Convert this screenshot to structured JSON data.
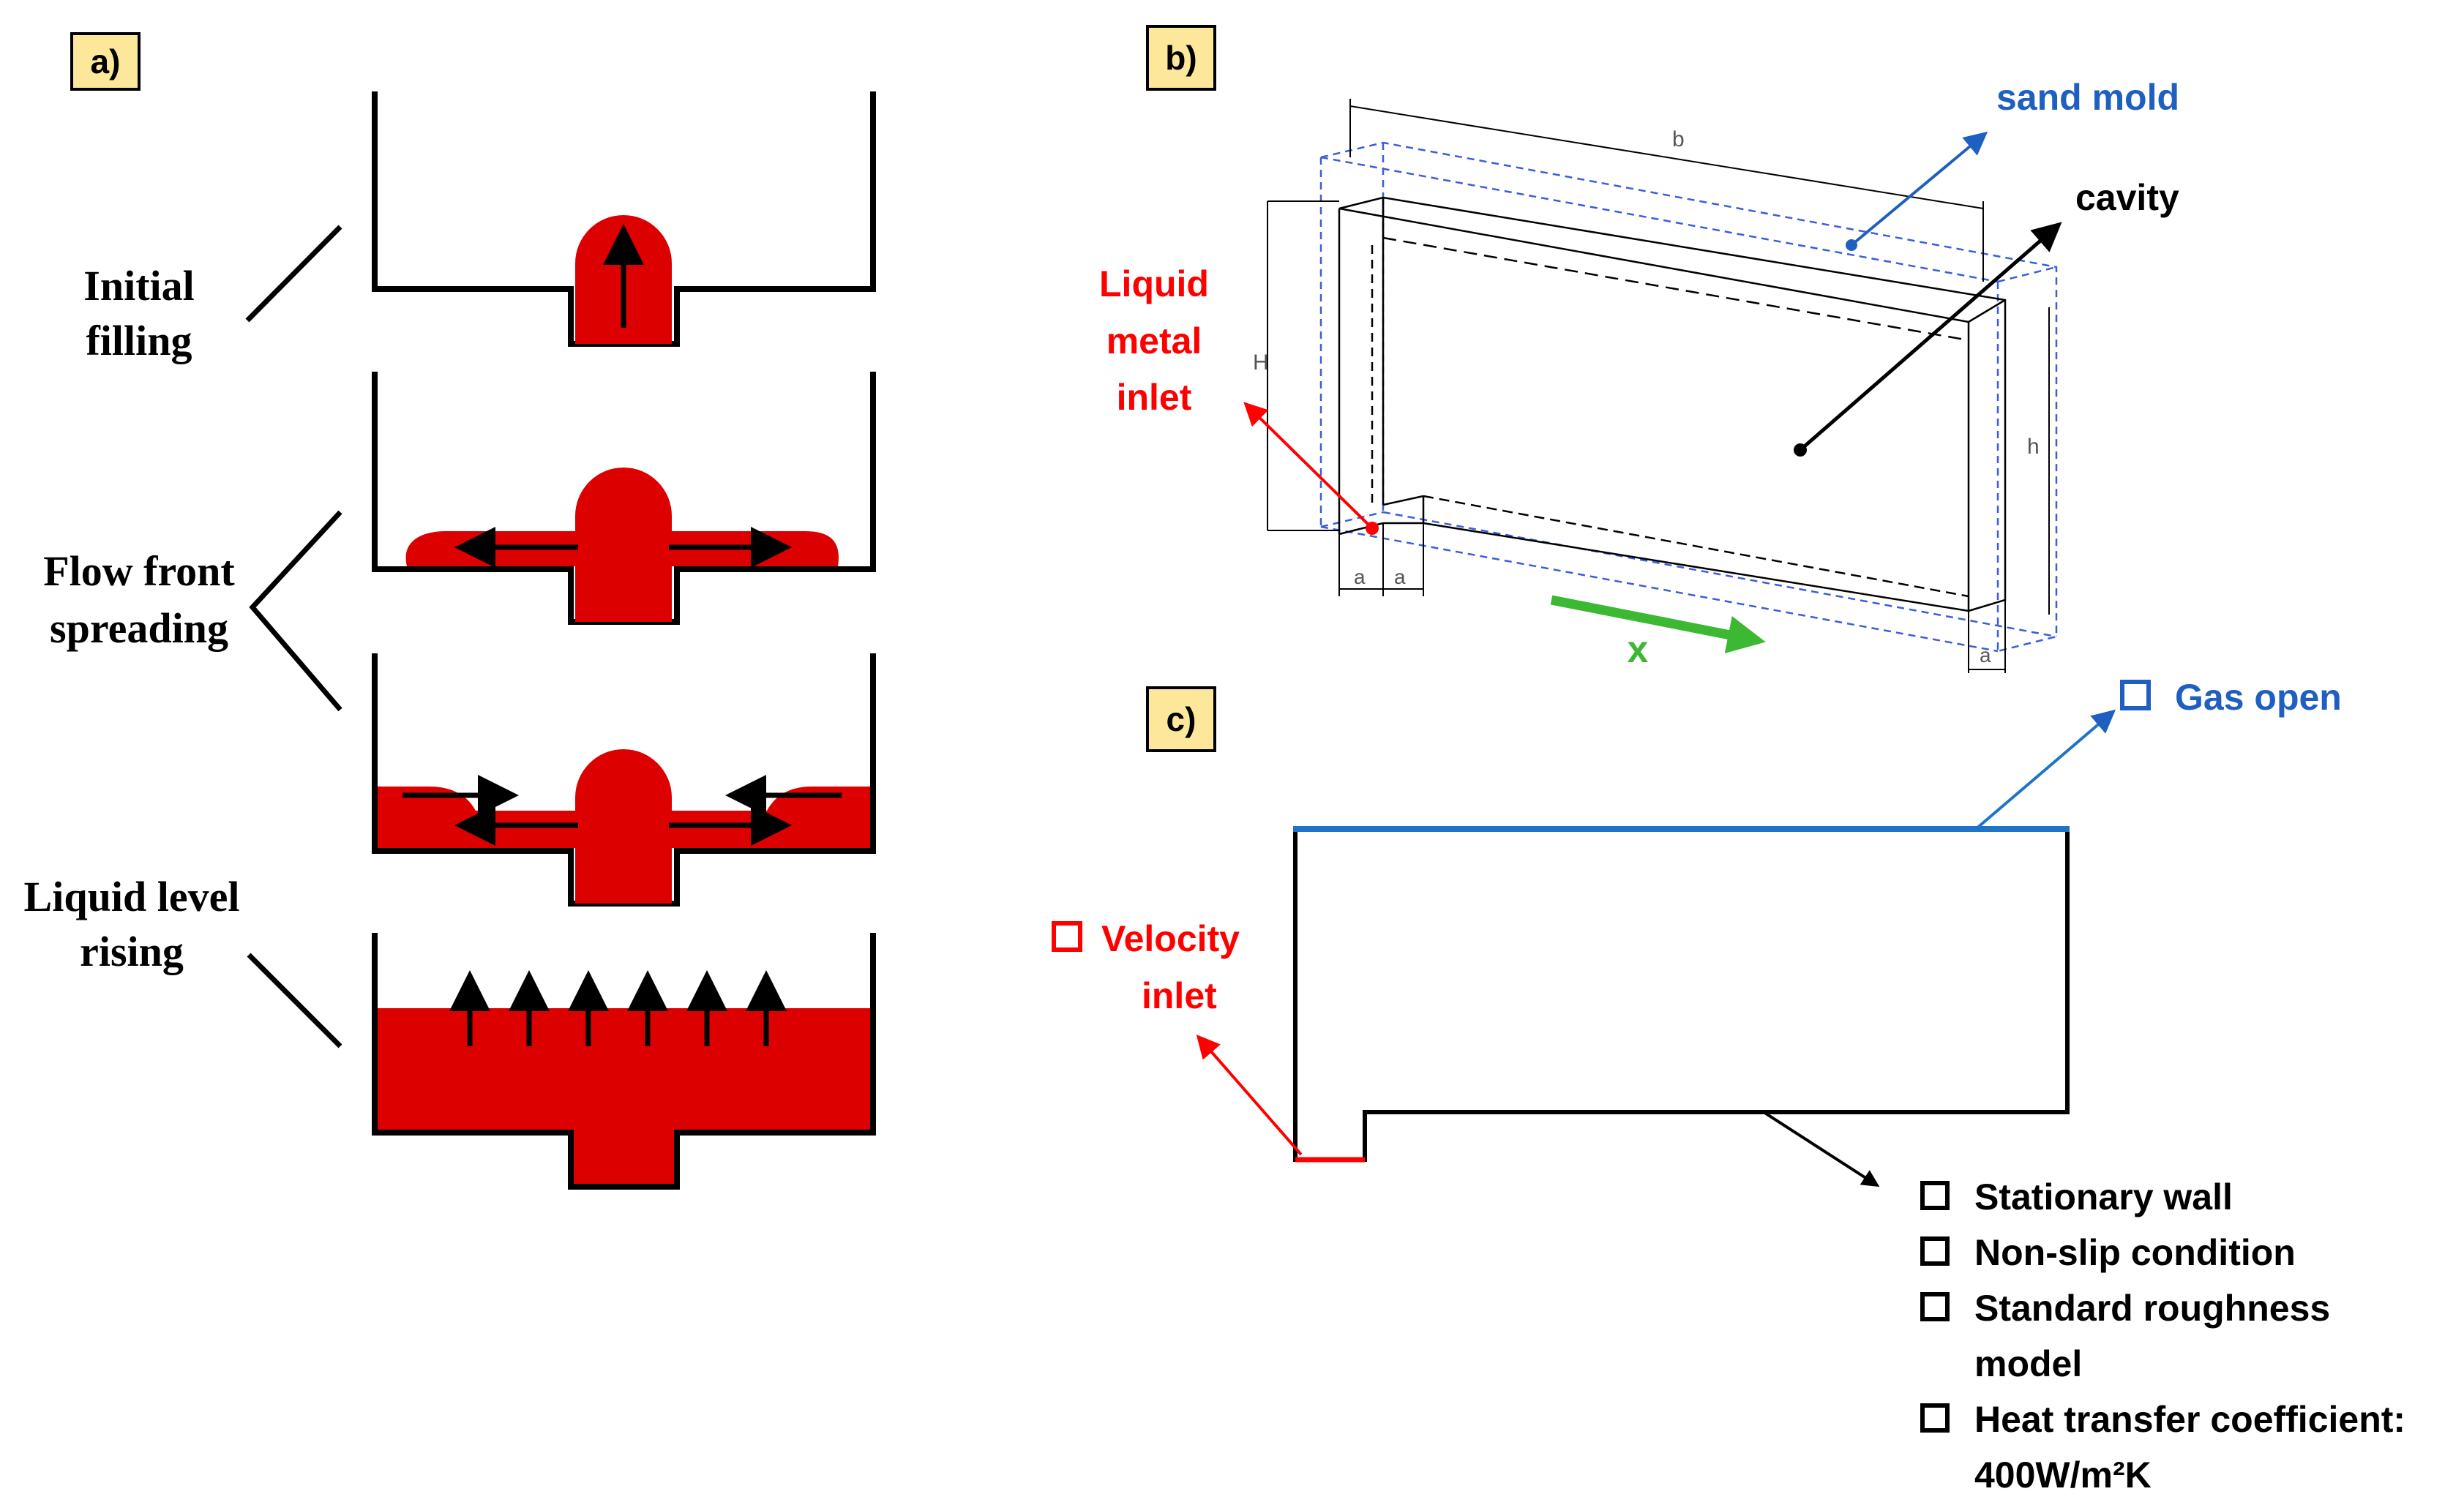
{
  "panel_a": {
    "label": "a)",
    "stages": [
      {
        "lines": [
          "Initial",
          "filling"
        ]
      },
      {
        "lines": [
          "Flow front",
          "spreading"
        ]
      },
      {
        "lines": [
          "Liquid level",
          "rising"
        ]
      }
    ]
  },
  "panel_b": {
    "label": "b)",
    "dims": {
      "b": "b",
      "H": "H",
      "h": "h",
      "a": "a"
    },
    "sand_mold": "sand mold",
    "cavity": "cavity",
    "inlet_lines": [
      "Liquid",
      "metal",
      "inlet"
    ],
    "x_axis": "x"
  },
  "panel_c": {
    "label": "c)",
    "gas_open": "Gas open",
    "velocity_inlet_lines": [
      "Velocity",
      "inlet"
    ],
    "wall_conditions": [
      "Stationary wall",
      "Non-slip condition",
      "Standard roughness",
      "model",
      "Heat transfer coefficient:",
      "400W/m²K"
    ]
  },
  "colors": {
    "metal_red": "#dd0000",
    "label_red": "#ff0000",
    "mold_blue": "#1f5fbf",
    "gas_blue": "#1f74c8",
    "arrow_green": "#3cb832",
    "label_box_fill": "#fde79a",
    "dim_blue": "#5577dd"
  }
}
